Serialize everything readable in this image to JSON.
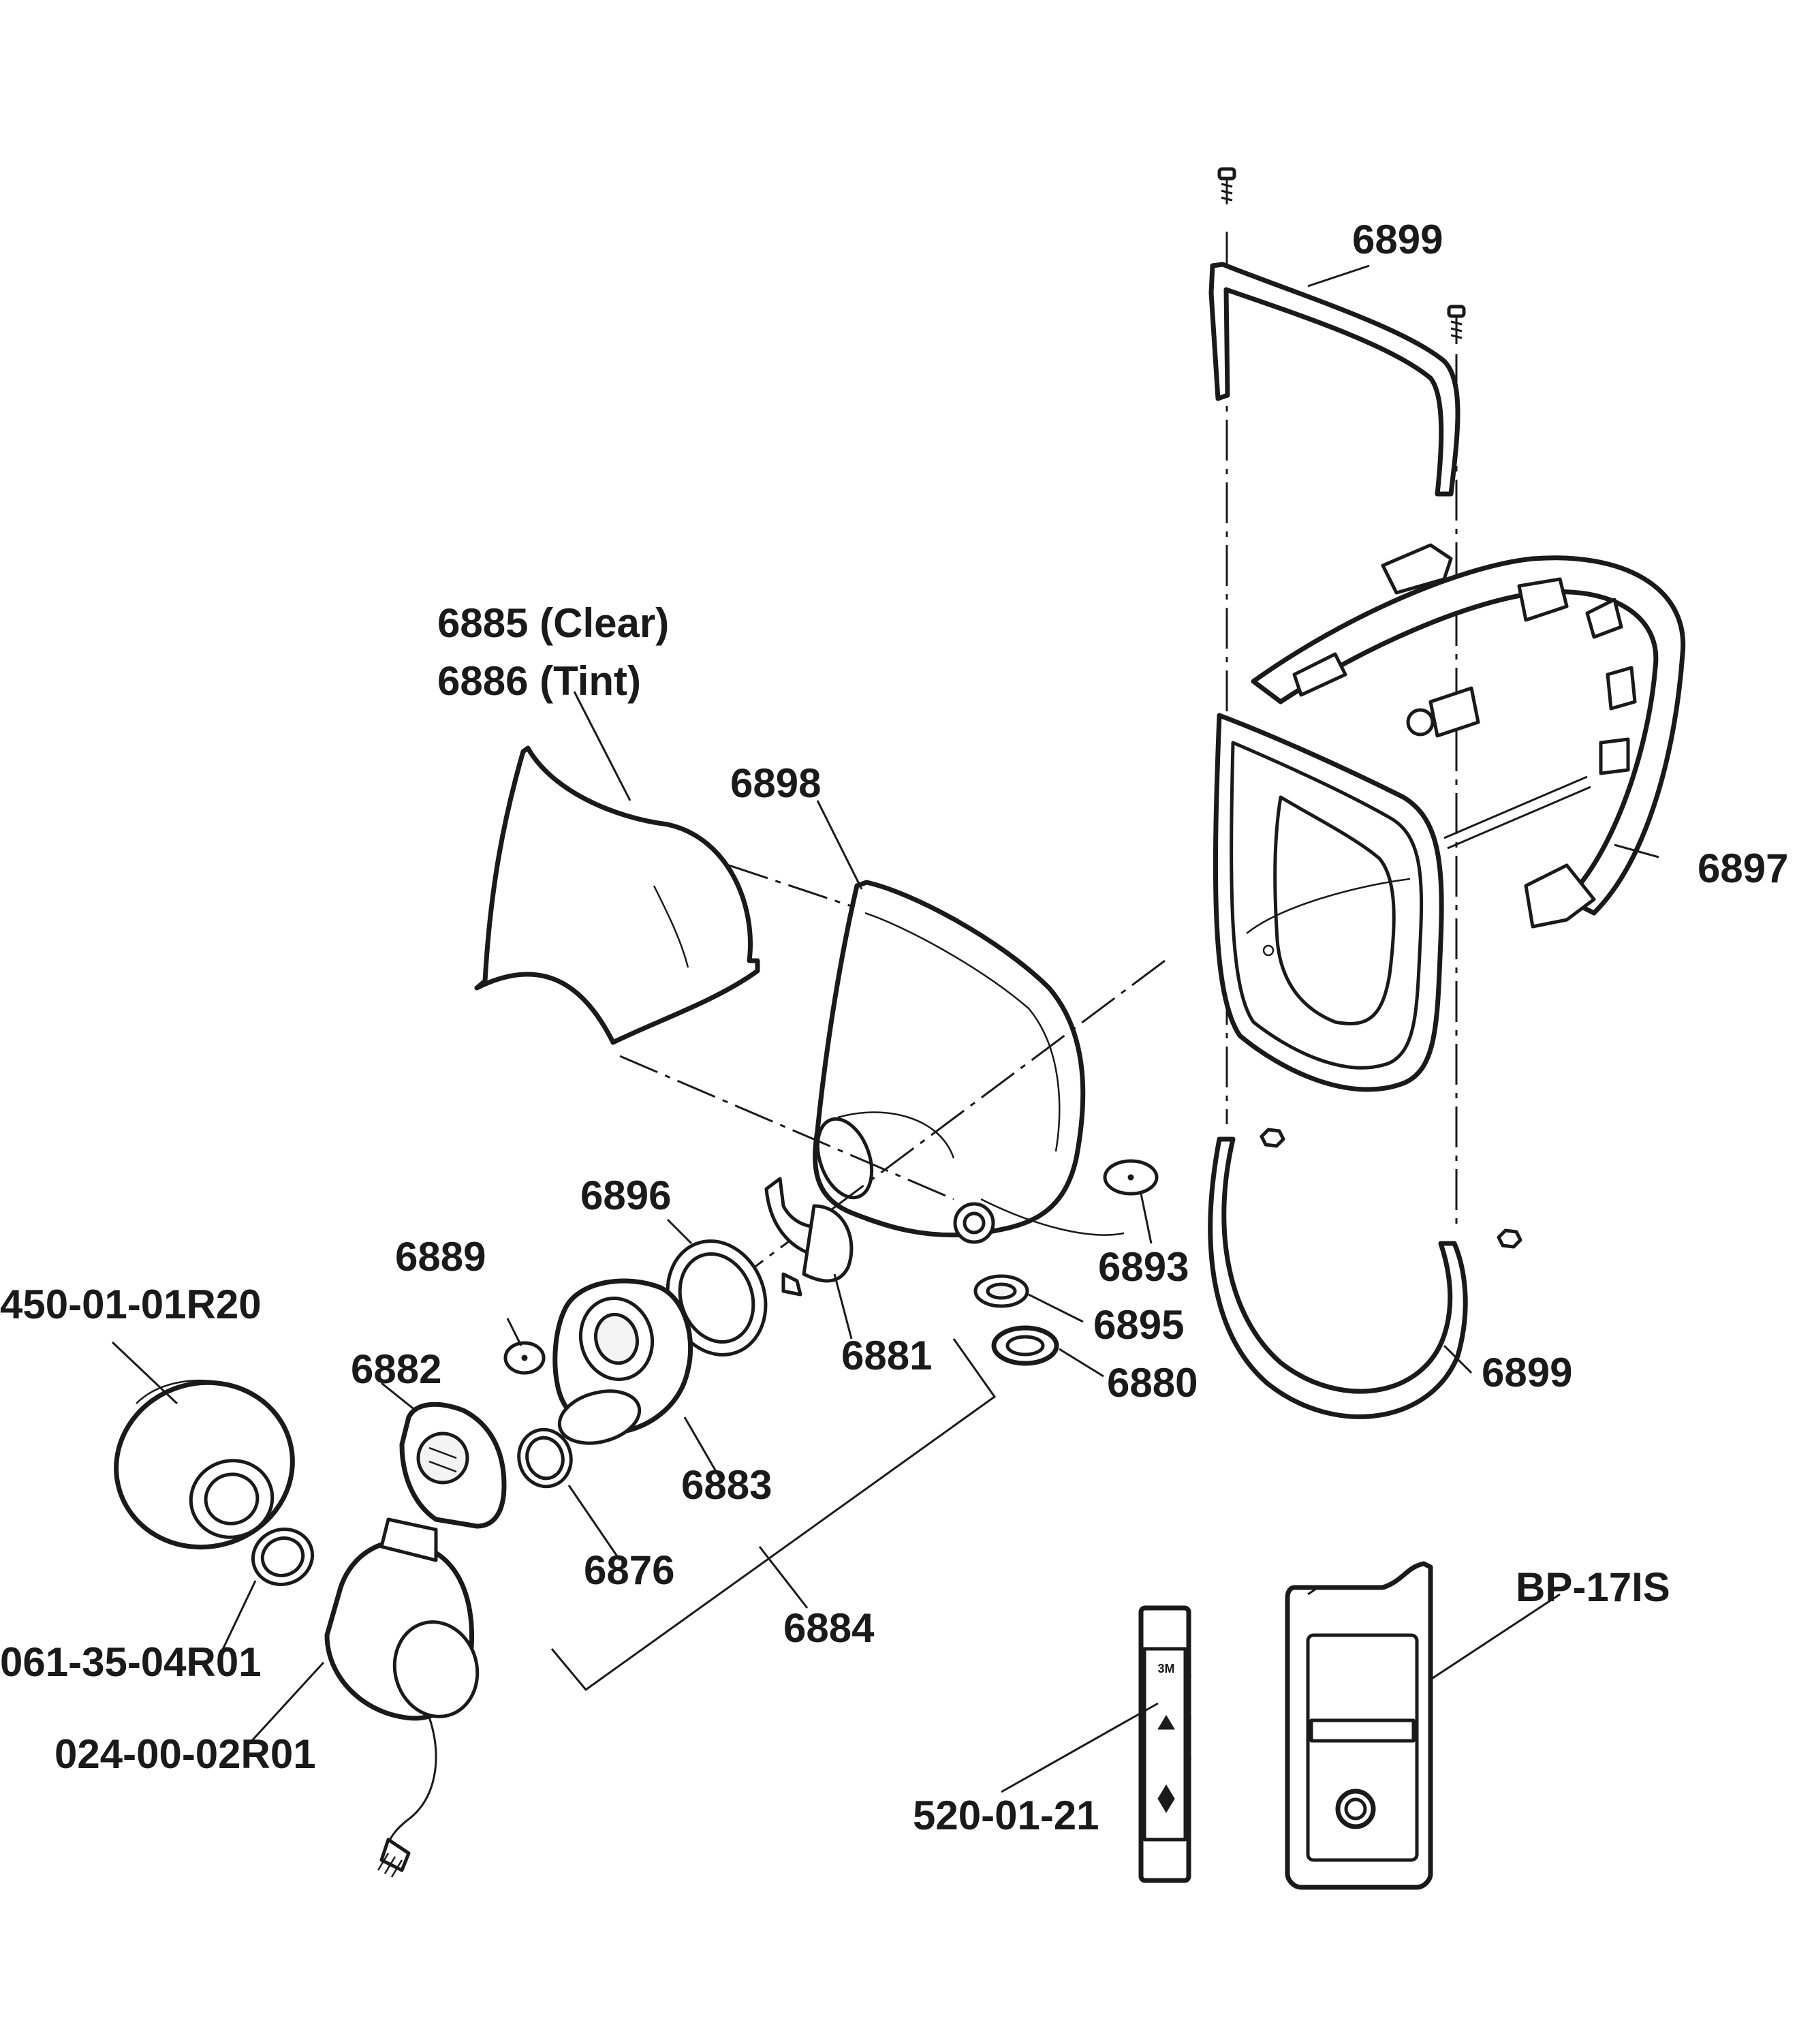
{
  "diagram": {
    "labels": {
      "p6899_top": "6899",
      "p6885": "6885 (Clear)",
      "p6886": "6886 (Tint)",
      "p6898": "6898",
      "p6897": "6897",
      "p6896": "6896",
      "p6889": "6889",
      "p450": "450-01-01R20",
      "p6882": "6882",
      "p6893": "6893",
      "p6881": "6881",
      "p6895": "6895",
      "p6880": "6880",
      "p6899_bottom": "6899",
      "p6883": "6883",
      "p6876": "6876",
      "p6884": "6884",
      "p061": "061-35-04R01",
      "p024": "024-00-02R01",
      "pBP17IS": "BP-17IS",
      "p520": "520-01-21"
    },
    "printed_marks": {
      "brand_on_flow_indicator": "3M"
    }
  }
}
